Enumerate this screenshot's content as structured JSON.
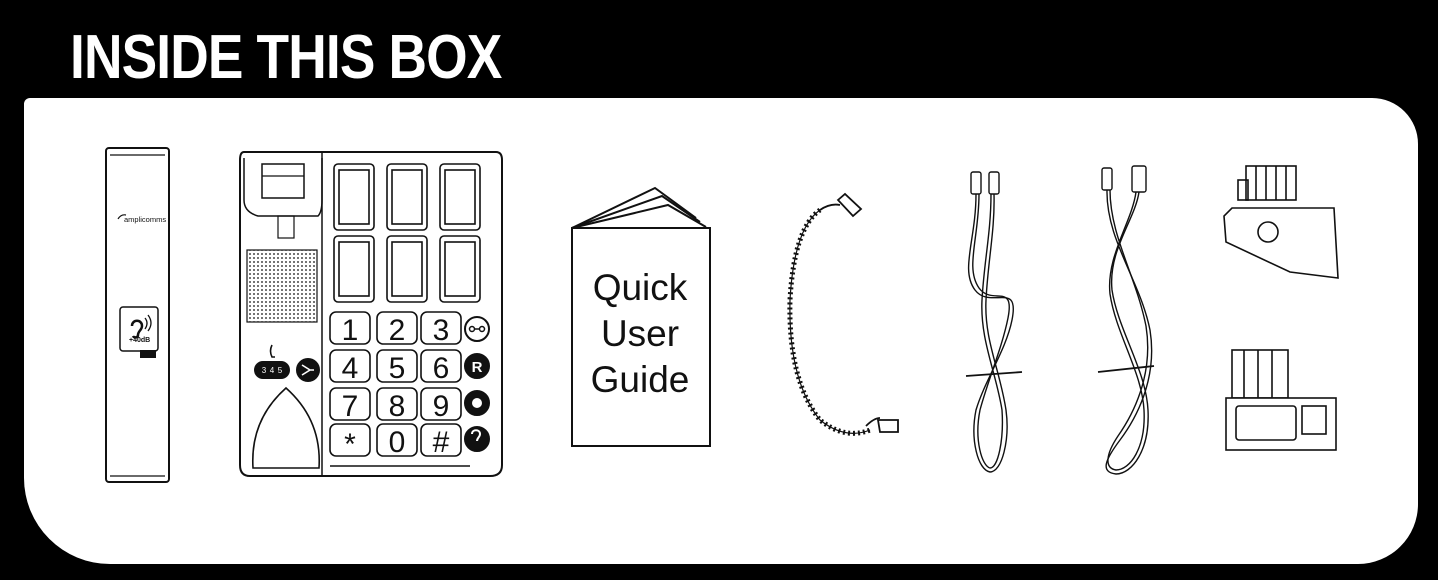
{
  "heading": "INSIDE THIS BOX",
  "handset": {
    "brand": "amplicomms",
    "boost": "+40dB"
  },
  "base": {
    "keys": [
      "1",
      "2",
      "3",
      "4",
      "5",
      "6",
      "7",
      "8",
      "9",
      "*",
      "0",
      "#"
    ],
    "side_buttons": [
      "R"
    ],
    "indicator_digits": [
      "3",
      "4",
      "5"
    ]
  },
  "guide": {
    "line1": "Quick",
    "line2": "User",
    "line3": "Guide"
  },
  "colors": {
    "background": "#000000",
    "panel": "#ffffff",
    "ink": "#111111"
  }
}
